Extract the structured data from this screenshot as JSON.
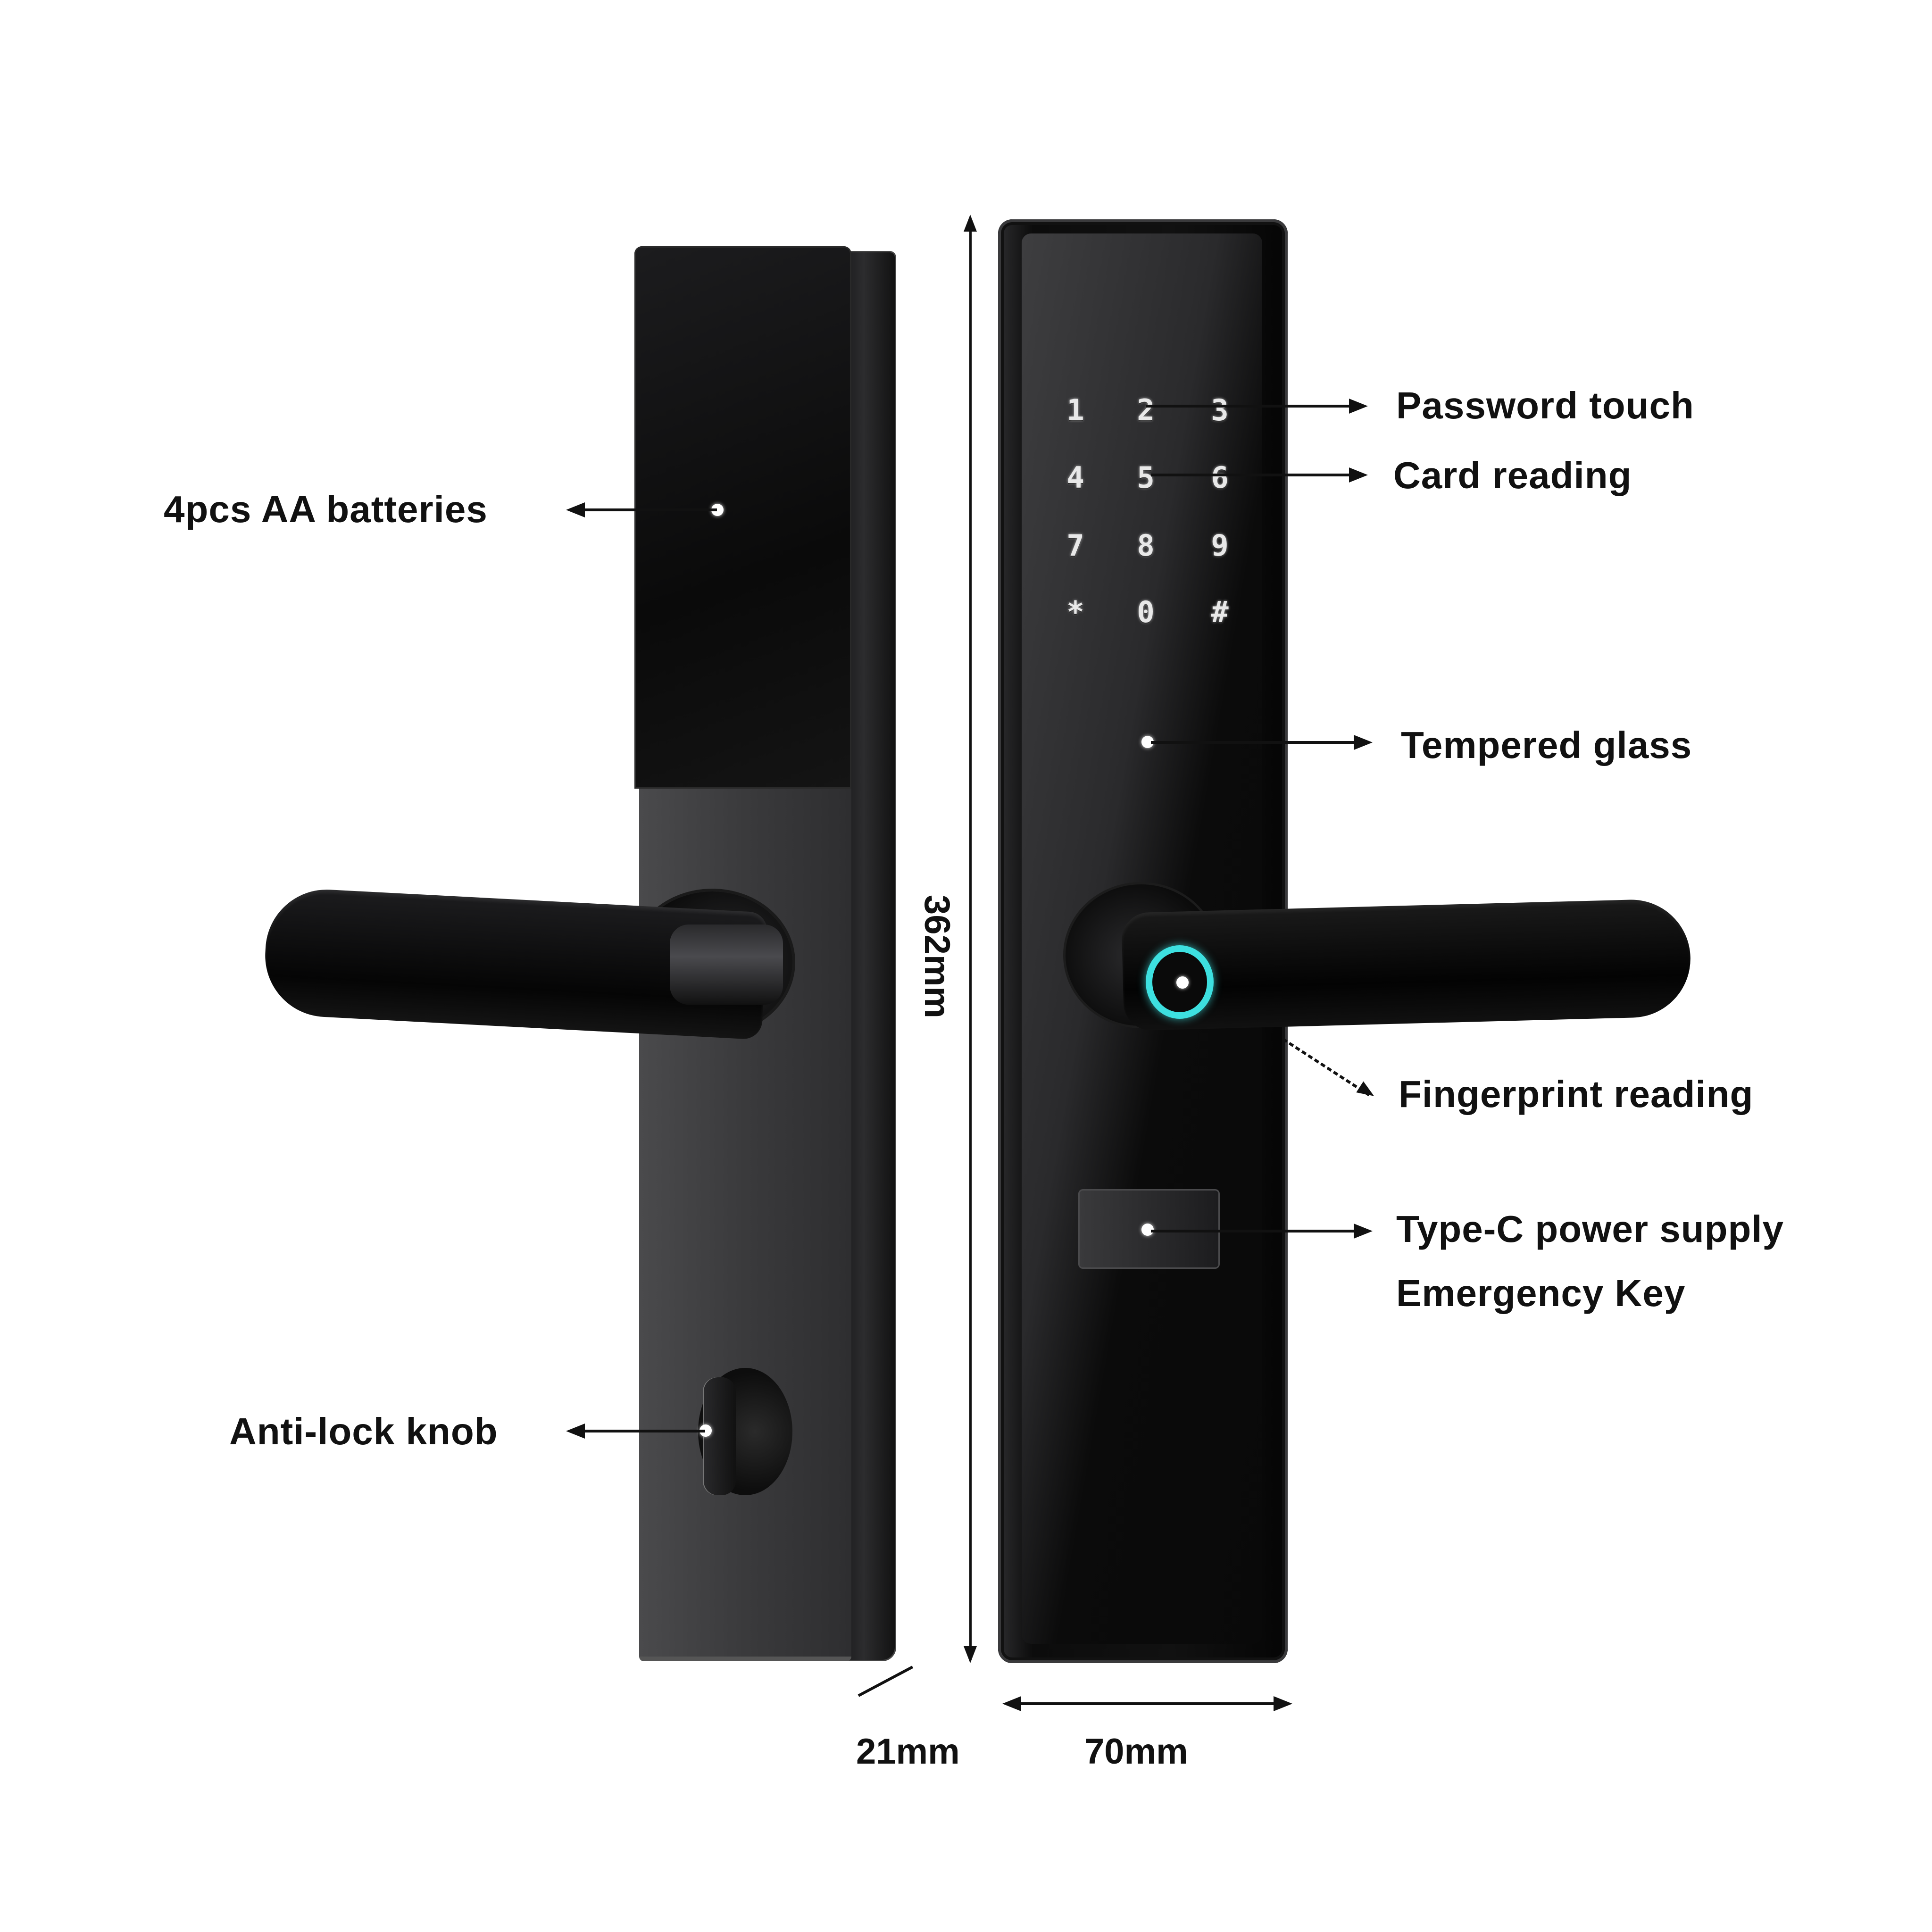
{
  "product": {
    "left_view": {
      "callouts": {
        "batteries": "4pcs AA batteries",
        "anti_lock_knob": "Anti-lock knob"
      }
    },
    "right_view": {
      "keypad": {
        "keys": [
          "1",
          "2",
          "3",
          "4",
          "5",
          "6",
          "7",
          "8",
          "9",
          "*",
          "0",
          "#"
        ]
      },
      "callouts": {
        "password_touch": "Password touch",
        "card_reading": "Card reading",
        "tempered_glass": "Tempered glass",
        "fingerprint_reading": "Fingerprint reading",
        "type_c_power": "Type-C power supply",
        "emergency_key": "Emergency Key"
      },
      "fingerprint_ring_color": "#3de0e0"
    }
  },
  "dimensions": {
    "height": "362mm",
    "thickness": "21mm",
    "width": "70mm"
  },
  "colors": {
    "background": "#ffffff",
    "lock_body_dark": "#111111",
    "lock_body_gray": "#3a3a3c",
    "text": "#111111",
    "accent_cyan": "#3de0e0"
  }
}
